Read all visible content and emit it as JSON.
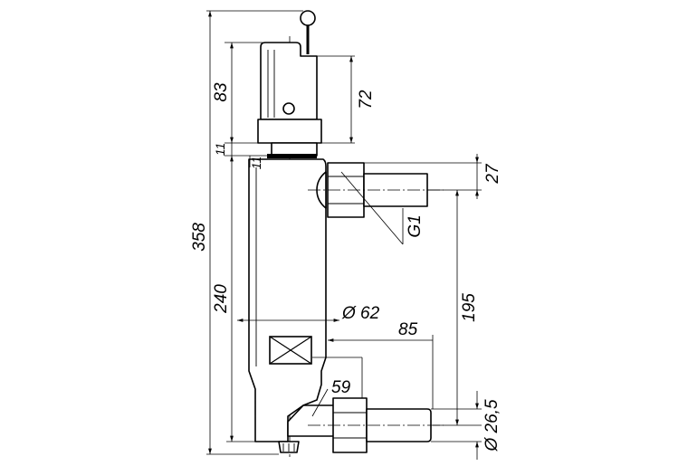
{
  "dimensions": {
    "overall_height": "358",
    "valve_height": "83",
    "handle_height": "72",
    "gap_left": "11",
    "gap_right": "11",
    "body_length": "240",
    "body_diameter": "Ø 62",
    "top_port_height": "27",
    "thread": "G1",
    "port_spacing": "195",
    "outlet_offset": "85",
    "bottom_offset": "59",
    "pipe_diameter": "Ø 26,5"
  },
  "icons": {
    "handle_knob": "handle-knob-icon",
    "sight_window": "cross-window-icon"
  }
}
